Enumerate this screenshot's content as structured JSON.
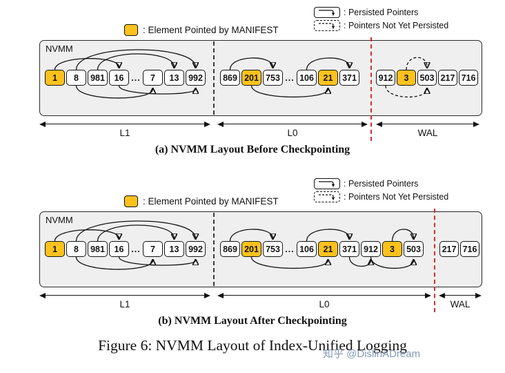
{
  "caption": {
    "text": "Figure 6: NVMM Layout of Index-Unified Logging",
    "watermark": "知乎 @DislinADream"
  },
  "legend": {
    "persisted": ": Persisted Pointers",
    "not_persisted": ": Pointers Not Yet Persisted",
    "manifest": ": Element Pointed by MANIFEST"
  },
  "colors": {
    "manifest_highlight": "#FFC21D",
    "checkpoint_line": "#D92B2B",
    "nvmm_background": "#EFEFEF"
  },
  "subfig_a": {
    "caption": "(a) NVMM Layout Before Checkpointing",
    "nvmm_label": "NVMM",
    "regions": {
      "l1": "L1",
      "l0": "L0",
      "wal": "WAL"
    },
    "l1": [
      "1",
      "8",
      "981",
      "16",
      "...",
      "7",
      "13",
      "992"
    ],
    "l0": [
      "869",
      "201",
      "753",
      "...",
      "106",
      "21",
      "371"
    ],
    "wal": [
      "912",
      "3",
      "503",
      "217",
      "716"
    ]
  },
  "subfig_b": {
    "caption": "(b) NVMM Layout After Checkpointing",
    "nvmm_label": "NVMM",
    "regions": {
      "l1": "L1",
      "l0": "L0",
      "wal": "WAL"
    },
    "l1": [
      "1",
      "8",
      "981",
      "16",
      "...",
      "7",
      "13",
      "992"
    ],
    "l0": [
      "869",
      "201",
      "753",
      "...",
      "106",
      "21",
      "371",
      "912",
      "3",
      "503"
    ],
    "wal": [
      "217",
      "716"
    ]
  }
}
